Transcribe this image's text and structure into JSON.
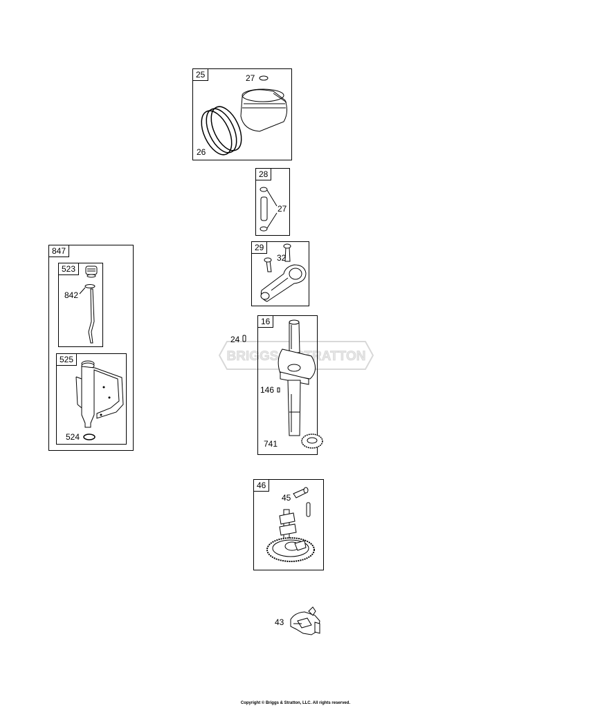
{
  "groups": {
    "847": {
      "label": "847"
    },
    "523": {
      "label": "523",
      "parts": [
        "842"
      ]
    },
    "525": {
      "label": "525",
      "parts": [
        "524"
      ]
    },
    "25": {
      "label": "25",
      "parts": [
        "27",
        "26"
      ]
    },
    "28": {
      "label": "28",
      "parts": [
        "27"
      ]
    },
    "29": {
      "label": "29",
      "parts": [
        "32"
      ]
    },
    "16": {
      "label": "16",
      "parts": [
        "146",
        "741"
      ]
    },
    "46": {
      "label": "46",
      "parts": [
        "45"
      ]
    }
  },
  "loose_parts": {
    "p24": "24",
    "p43": "43"
  },
  "watermark": {
    "text": "BRIGGS & STRATTON"
  },
  "footer": {
    "copyright": "Copyright © Briggs & Stratton, LLC. All rights reserved."
  }
}
